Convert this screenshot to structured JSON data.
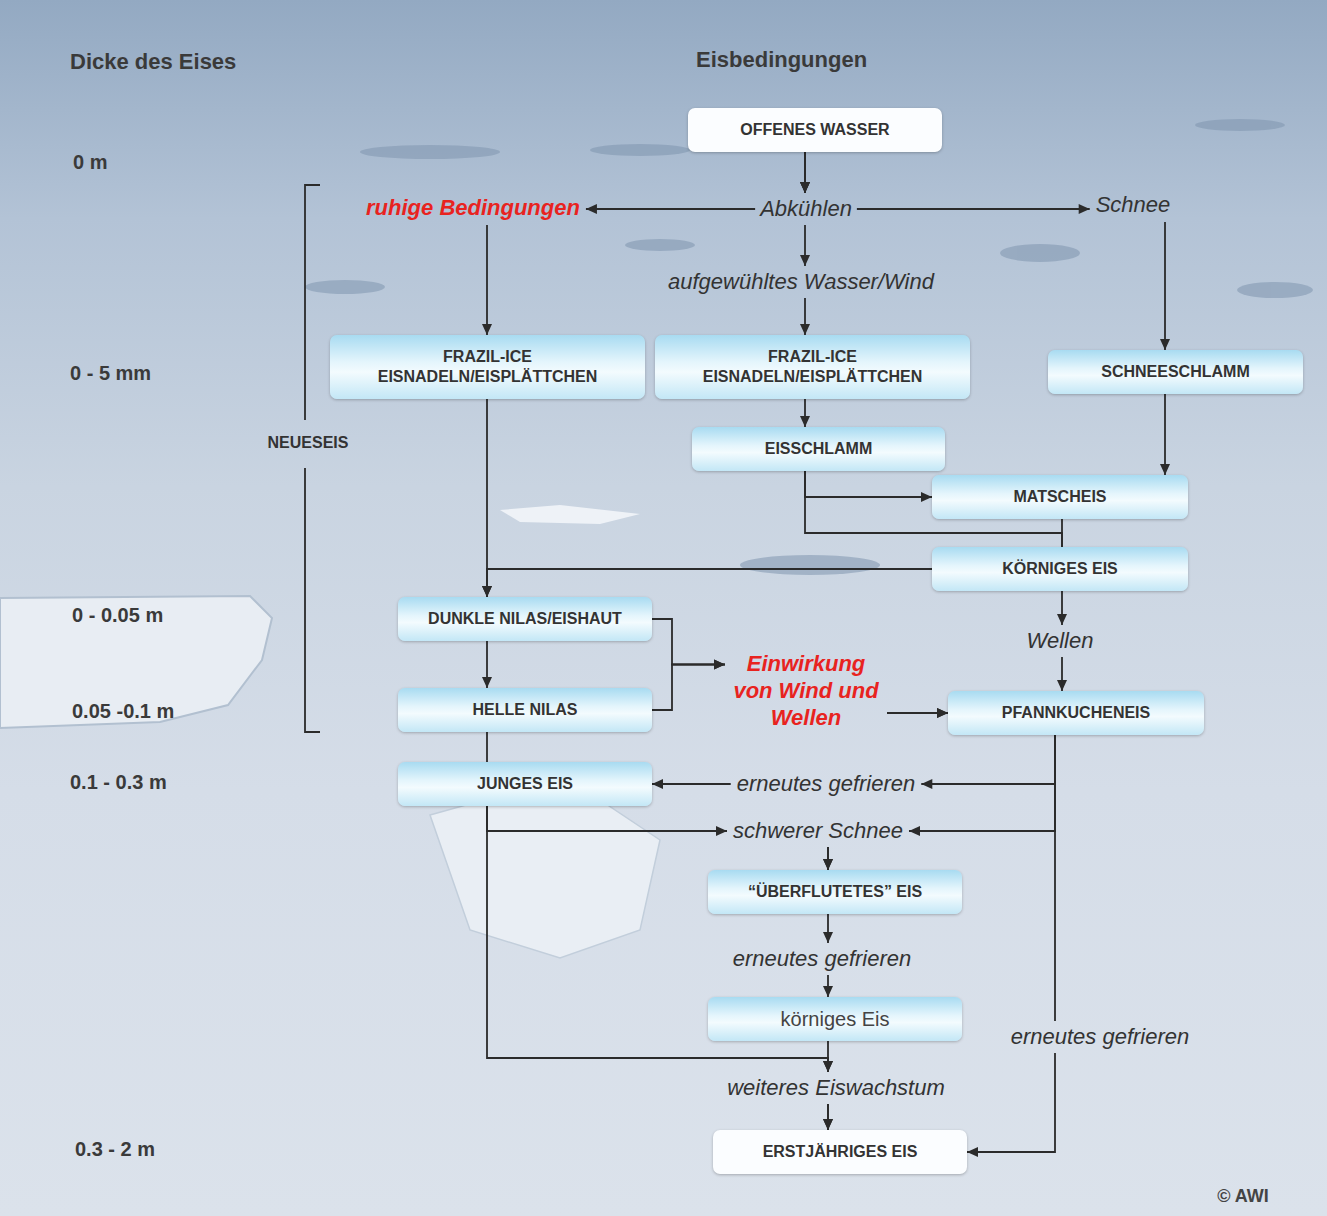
{
  "diagram": {
    "nodes": [
      {
        "text": [
          "OFFENES WASSER"
        ]
      },
      {
        "text": [
          "FRAZIL-ICE EISNADELN/EISPLÄTTCHEN"
        ]
      },
      {
        "text": [
          "FRAZIL-ICE EISNADELN/EISPLÄTTCHEN"
        ]
      },
      {
        "text": [
          "SCHNEESCHLAMM"
        ]
      },
      {
        "text": [
          "EISSCHLAMM"
        ]
      },
      {
        "text": [
          "MATSCHEIS"
        ]
      },
      {
        "text": [
          "KÖRNIGES EIS"
        ]
      },
      {
        "text": [
          "DUNKLE NILAS/EISHAUT"
        ]
      },
      {
        "text": [
          "HELLE NILAS"
        ]
      },
      {
        "text": [
          "PFANNKUCHENEIS"
        ]
      },
      {
        "text": [
          "JUNGES EIS"
        ]
      },
      {
        "text": [
          "“ÜBERFLUTETES” EIS"
        ]
      },
      {
        "text": [
          "körniges Eis"
        ]
      },
      {
        "text": [
          "ERSTJÄHRIGES EIS"
        ]
      }
    ],
    "edges": [
      {
        "from": 0,
        "to": 2,
        "arrow": "to",
        "label": "aufgewühltes Wasser/Wind"
      },
      {
        "from": 0,
        "to": 1,
        "arrow": "to",
        "label": "ruhige Bedingungen"
      },
      {
        "from": 0,
        "to": 3,
        "arrow": "to",
        "label": "Schnee"
      },
      {
        "from": 1,
        "to": 7,
        "arrow": "to"
      },
      {
        "from": 2,
        "to": 4,
        "arrow": "to"
      },
      {
        "from": 4,
        "to": 5,
        "arrow": "to"
      },
      {
        "from": 4,
        "to": 6,
        "arrow": "none"
      },
      {
        "from": 5,
        "to": 6,
        "arrow": "none"
      },
      {
        "from": 3,
        "to": 5,
        "arrow": "to"
      },
      {
        "from": 6,
        "to": 7,
        "arrow": "to"
      },
      {
        "from": 6,
        "to": 9,
        "arrow": "to",
        "label": "Wellen"
      },
      {
        "from": 7,
        "to": 8,
        "arrow": "to"
      },
      {
        "from": 7,
        "to": 9,
        "arrow": "to",
        "label": "Einwirkung von Wind und Wellen"
      },
      {
        "from": 8,
        "to": 9,
        "arrow": "to"
      },
      {
        "from": 8,
        "to": 10,
        "arrow": "none"
      },
      {
        "from": 9,
        "to": 10,
        "arrow": "to",
        "label": "erneutes gefrieren"
      },
      {
        "from": 9,
        "to": 11,
        "arrow": "to",
        "label": "schwerer Schnee"
      },
      {
        "from": 10,
        "to": 11,
        "arrow": "to"
      },
      {
        "from": 11,
        "to": 12,
        "arrow": "to",
        "label": "erneutes gefrieren"
      },
      {
        "from": 12,
        "to": 13,
        "arrow": "to",
        "label": "weiteres Eiswachstum"
      },
      {
        "from": 10,
        "to": 13,
        "arrow": "to"
      },
      {
        "from": 9,
        "to": 13,
        "arrow": "to",
        "label": "erneutes gefrieren"
      }
    ],
    "labels": [
      "Dicke des Eises",
      "Eisbedingungen",
      "0 m",
      "Abkühlen",
      "0 - 5 mm",
      "NEUESEIS",
      "0 - 0.05 m",
      "0.05 -0.1 m",
      "0.1 - 0.3 m",
      "0.3 - 2 m",
      "© AWI"
    ]
  }
}
